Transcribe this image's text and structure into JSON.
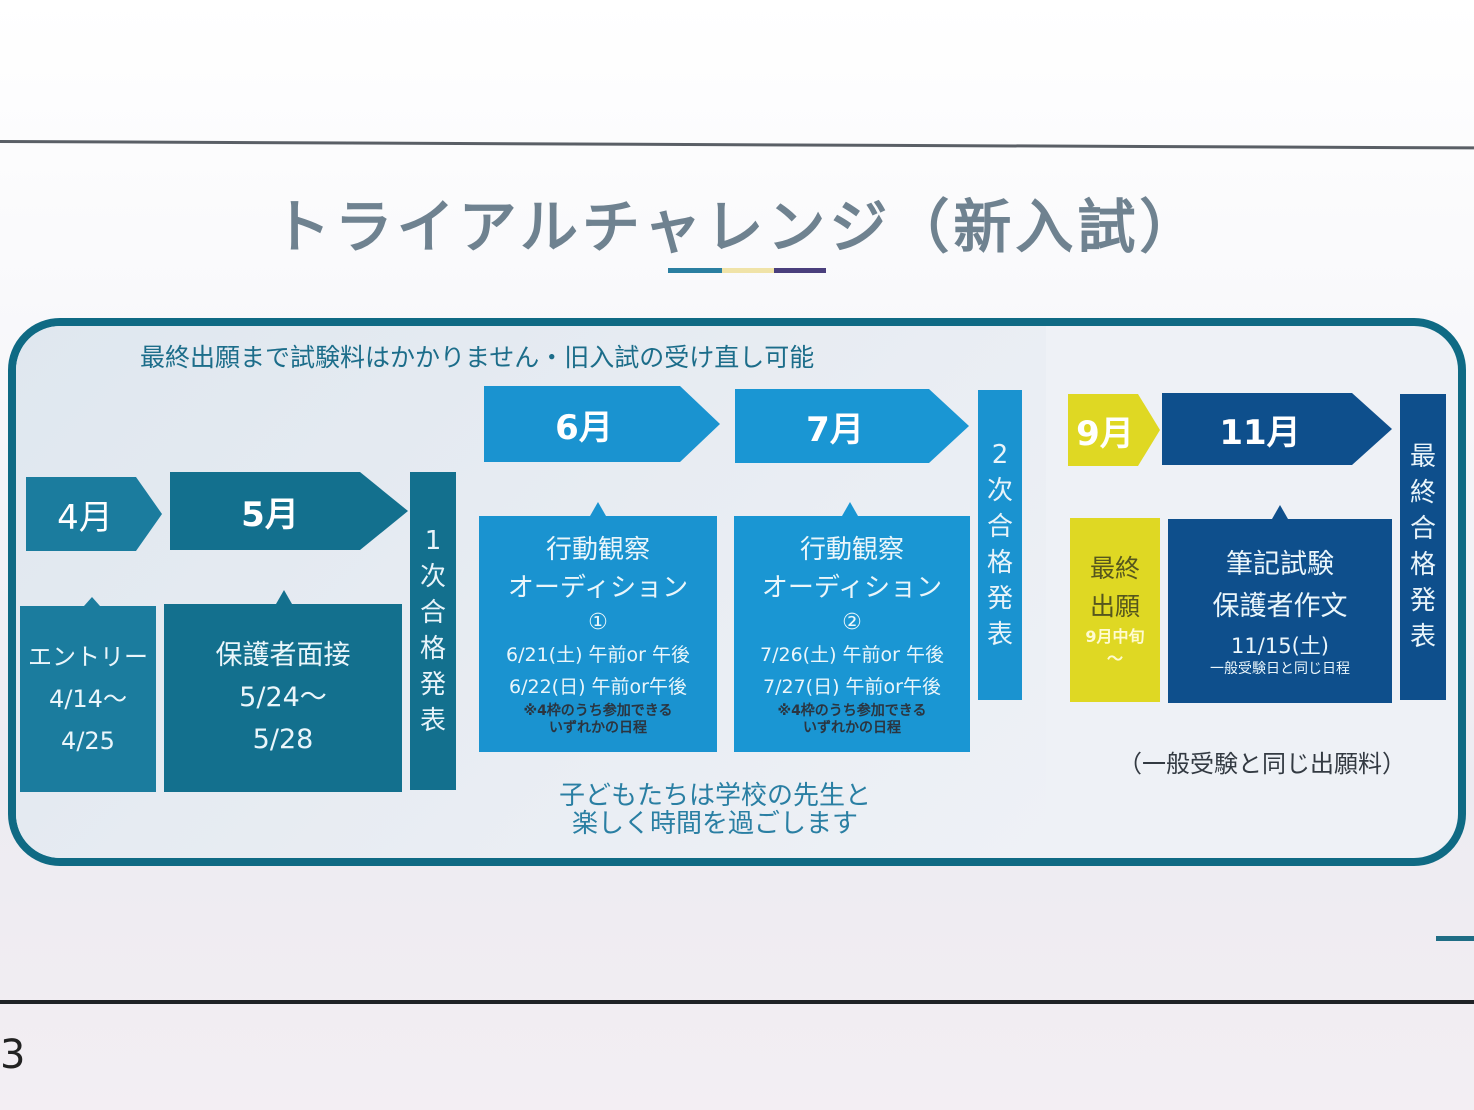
{
  "title": "トライアルチャレンジ（新入試）",
  "accent_colors": [
    "#2a7fa1",
    "#f0e3a8",
    "#4a3f7d"
  ],
  "note": "最終出願まで試験料はかかりません・旧入試の受け直し可能",
  "months": {
    "apr": "4月",
    "may": "5月",
    "jun": "6月",
    "jul": "7月",
    "sep": "9月",
    "nov": "11月"
  },
  "steps": {
    "entry": {
      "title": "エントリー",
      "line1": "4/14〜",
      "line2": "4/25"
    },
    "interview": {
      "title": "保護者面接",
      "line1": "5/24〜",
      "line2": "5/28"
    },
    "first_result": [
      "1",
      "次",
      "合",
      "格",
      "発",
      "表"
    ],
    "audition1": {
      "title1": "行動観察",
      "title2": "オーディション",
      "num": "①",
      "date1": "6/21(土) 午前or 午後",
      "date2": "6/22(日) 午前or午後",
      "note1": "※4枠のうち参加できる",
      "note2": "いずれかの日程"
    },
    "audition2": {
      "title1": "行動観察",
      "title2": "オーディション",
      "num": "②",
      "date1": "7/26(土) 午前or 午後",
      "date2": "7/27(日) 午前or午後",
      "note1": "※4枠のうち参加できる",
      "note2": "いずれかの日程"
    },
    "second_result": [
      "2",
      "次",
      "合",
      "格",
      "発",
      "表"
    ],
    "final_apply": {
      "title1": "最終",
      "title2": "出願",
      "line1": "9月中旬",
      "line2": "〜"
    },
    "written": {
      "title1": "筆記試験",
      "title2": "保護者作文",
      "date": "11/15(土)",
      "note": "一般受験日と同じ日程"
    },
    "final_result": [
      "最",
      "終",
      "合",
      "格",
      "発",
      "表"
    ]
  },
  "caption": {
    "line1": "子どもたちは学校の先生と",
    "line2": "楽しく時間を過ごします"
  },
  "fee_note": "（一般受験と同じ出願料）",
  "page_number": "3",
  "colors": {
    "teal": "#16708f",
    "teal_dark": "#0f6a84",
    "blue": "#1a96d3",
    "navy": "#0e4f8c",
    "yellow": "#dfd823"
  }
}
